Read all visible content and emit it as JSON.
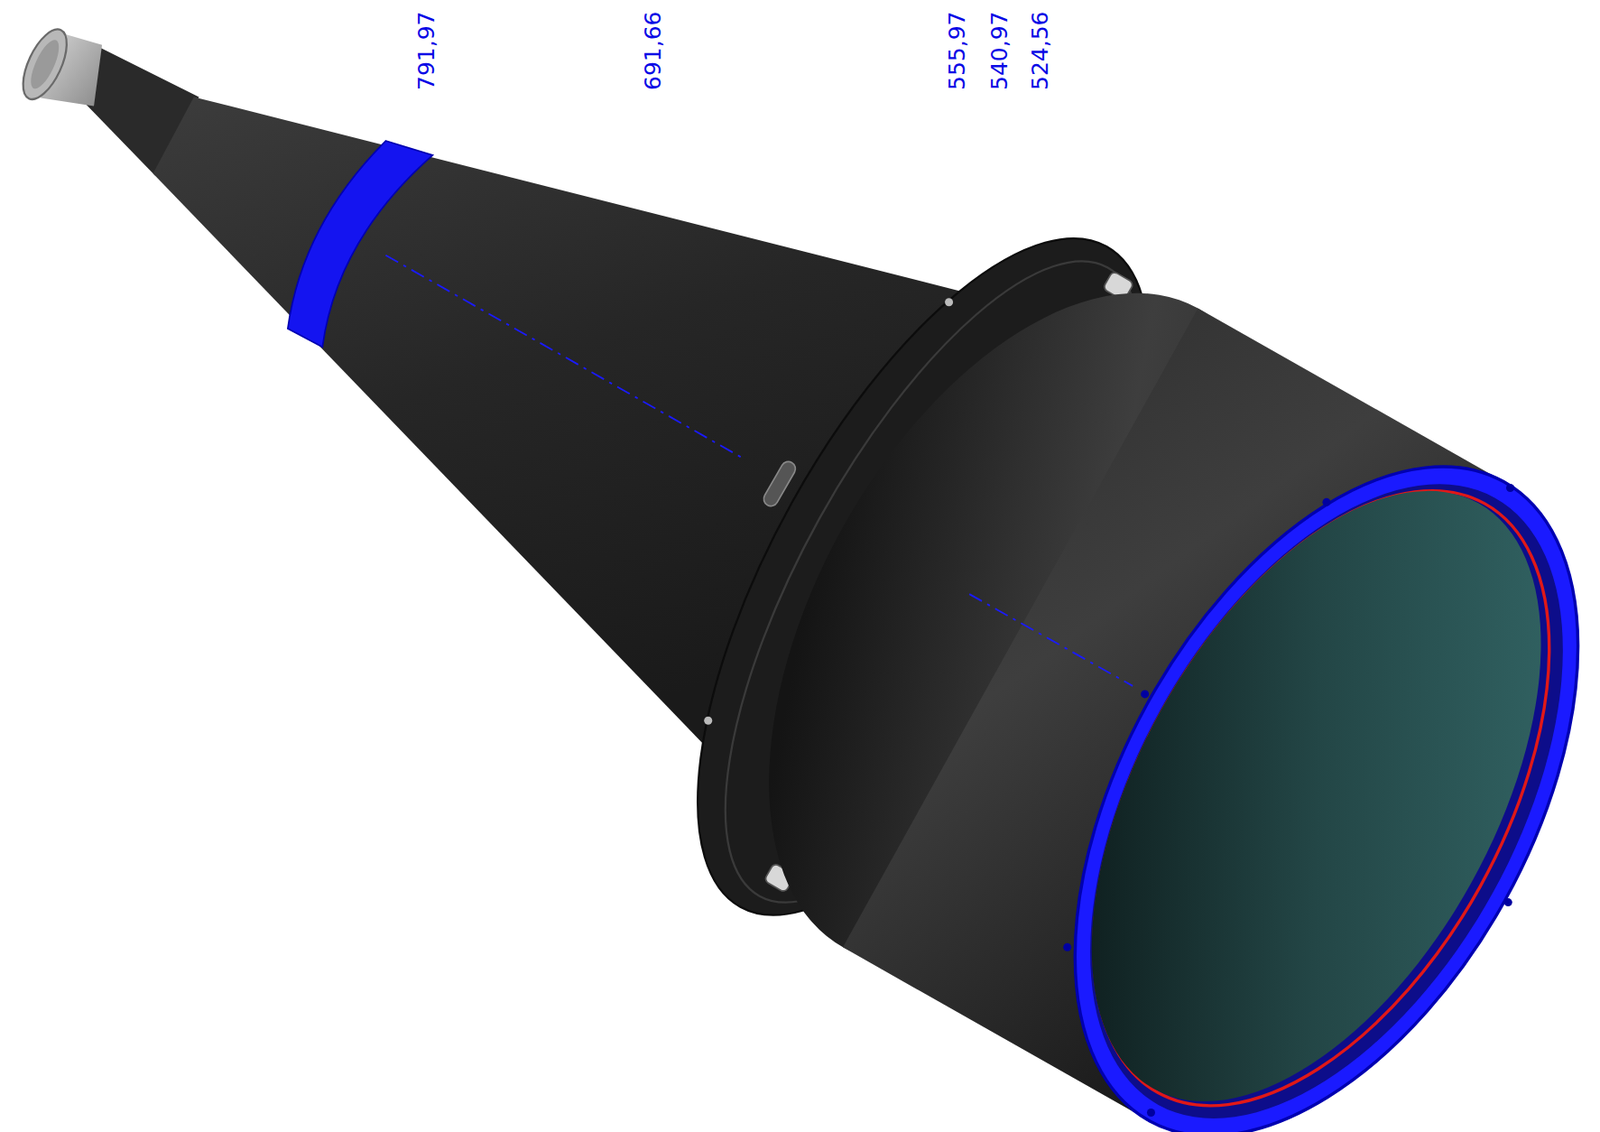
{
  "diagram": {
    "labels": [
      "791,97",
      "691,66",
      "555,97",
      "540,97",
      "524,56"
    ]
  }
}
